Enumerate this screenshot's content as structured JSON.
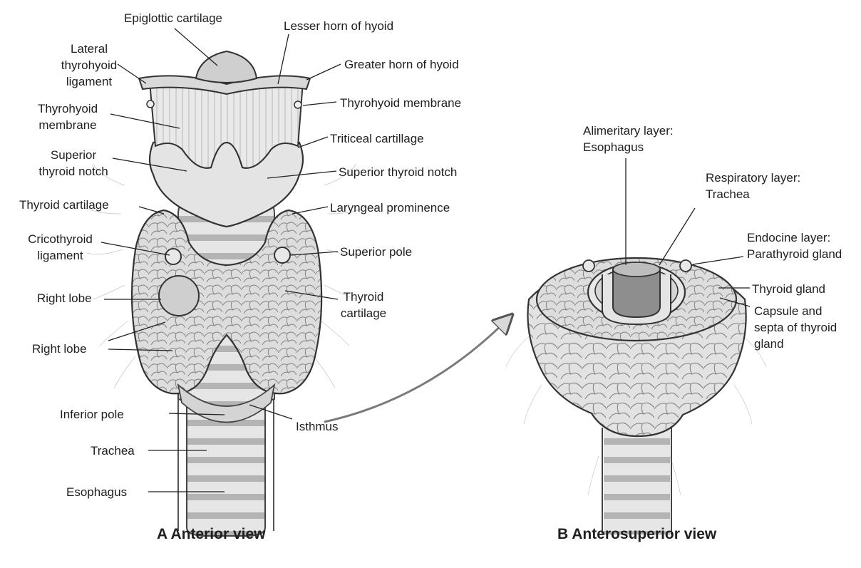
{
  "colors": {
    "background": "#ffffff",
    "ink": "#2a2a2a",
    "tissue": "#dcdcdc",
    "cartilage": "#e6e6e6"
  },
  "views": {
    "anterior": {
      "caption": "A Anterior view",
      "labels": {
        "epiglottic_cartilage": "Epiglottic cartilage",
        "lesser_horn": "Lesser horn of hyoid",
        "lateral_thyrohyoid": "Lateral\nthyrohyoid\nligament",
        "greater_horn": "Greater horn of hyoid",
        "thyrohyoid_membrane_left": "Thyrohyoid\nmembrane",
        "thyrohyoid_membrane_right": "Thyrohyoid membrane",
        "triticeal_cartilage": "Triticeal cartillage",
        "superior_notch_left": "Superior\nthyroid notch",
        "superior_notch_right": "Superior thyroid notch",
        "thyroid_cartilage_left": "Thyroid cartilage",
        "laryngeal_prominence": "Laryngeal prominence",
        "cricothyroid_ligament": "Cricothyroid\nligament",
        "superior_pole": "Superior pole",
        "right_lobe_1": "Right lobe",
        "thyroid_cartilage_right": "Thyroid\ncartilage",
        "right_lobe_2": "Right lobe",
        "inferior_pole": "Inferior pole",
        "isthmus": "Isthmus",
        "trachea": "Trachea",
        "esophagus": "Esophagus"
      }
    },
    "anterosuperior": {
      "caption": "B Anterosuperior view",
      "labels": {
        "alimentary": "Alimeritary layer:\nEsophagus",
        "respiratory": "Respiratory layer:\nTrachea",
        "endocrine": "Endocine layer:\nParathyroid gland",
        "thyroid_gland": "Thyroid gland",
        "capsule": "Capsule and\nsepta of thyroid\ngland"
      }
    }
  }
}
